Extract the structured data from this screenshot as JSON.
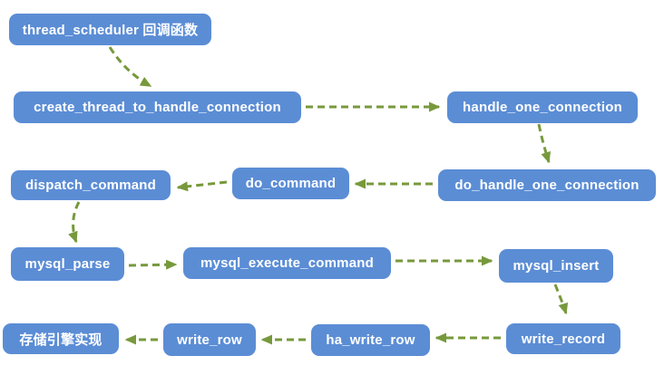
{
  "diagram": {
    "description": "MySQL insert call-path flowchart",
    "nodes": [
      {
        "id": "thread-scheduler",
        "label": "thread_scheduler 回调函数"
      },
      {
        "id": "create-thread-to-handle-connection",
        "label": "create_thread_to_handle_connection"
      },
      {
        "id": "handle-one-connection",
        "label": "handle_one_connection"
      },
      {
        "id": "dispatch-command",
        "label": "dispatch_command"
      },
      {
        "id": "do-command",
        "label": "do_command"
      },
      {
        "id": "do-handle-one-connection",
        "label": "do_handle_one_connection"
      },
      {
        "id": "mysql-parse",
        "label": "mysql_parse"
      },
      {
        "id": "mysql-execute-command",
        "label": "mysql_execute_command"
      },
      {
        "id": "mysql-insert",
        "label": "mysql_insert"
      },
      {
        "id": "storage-engine-impl",
        "label": "存储引擎实现"
      },
      {
        "id": "write-row",
        "label": "write_row"
      },
      {
        "id": "ha-write-row",
        "label": "ha_write_row"
      },
      {
        "id": "write-record",
        "label": "write_record"
      }
    ],
    "edges": [
      {
        "from": "thread_scheduler 回调函数",
        "to": "create_thread_to_handle_connection"
      },
      {
        "from": "create_thread_to_handle_connection",
        "to": "handle_one_connection"
      },
      {
        "from": "handle_one_connection",
        "to": "do_handle_one_connection"
      },
      {
        "from": "do_handle_one_connection",
        "to": "do_command"
      },
      {
        "from": "do_command",
        "to": "dispatch_command"
      },
      {
        "from": "dispatch_command",
        "to": "mysql_parse"
      },
      {
        "from": "mysql_parse",
        "to": "mysql_execute_command"
      },
      {
        "from": "mysql_execute_command",
        "to": "mysql_insert"
      },
      {
        "from": "mysql_insert",
        "to": "write_record"
      },
      {
        "from": "write_record",
        "to": "ha_write_row"
      },
      {
        "from": "ha_write_row",
        "to": "write_row"
      },
      {
        "from": "write_row",
        "to": "存储引擎实现"
      }
    ],
    "colors": {
      "node_fill": "#5B8DD5",
      "node_text": "#FFFFFF",
      "arrow": "#77993C",
      "background": "#FFFFFF"
    }
  }
}
